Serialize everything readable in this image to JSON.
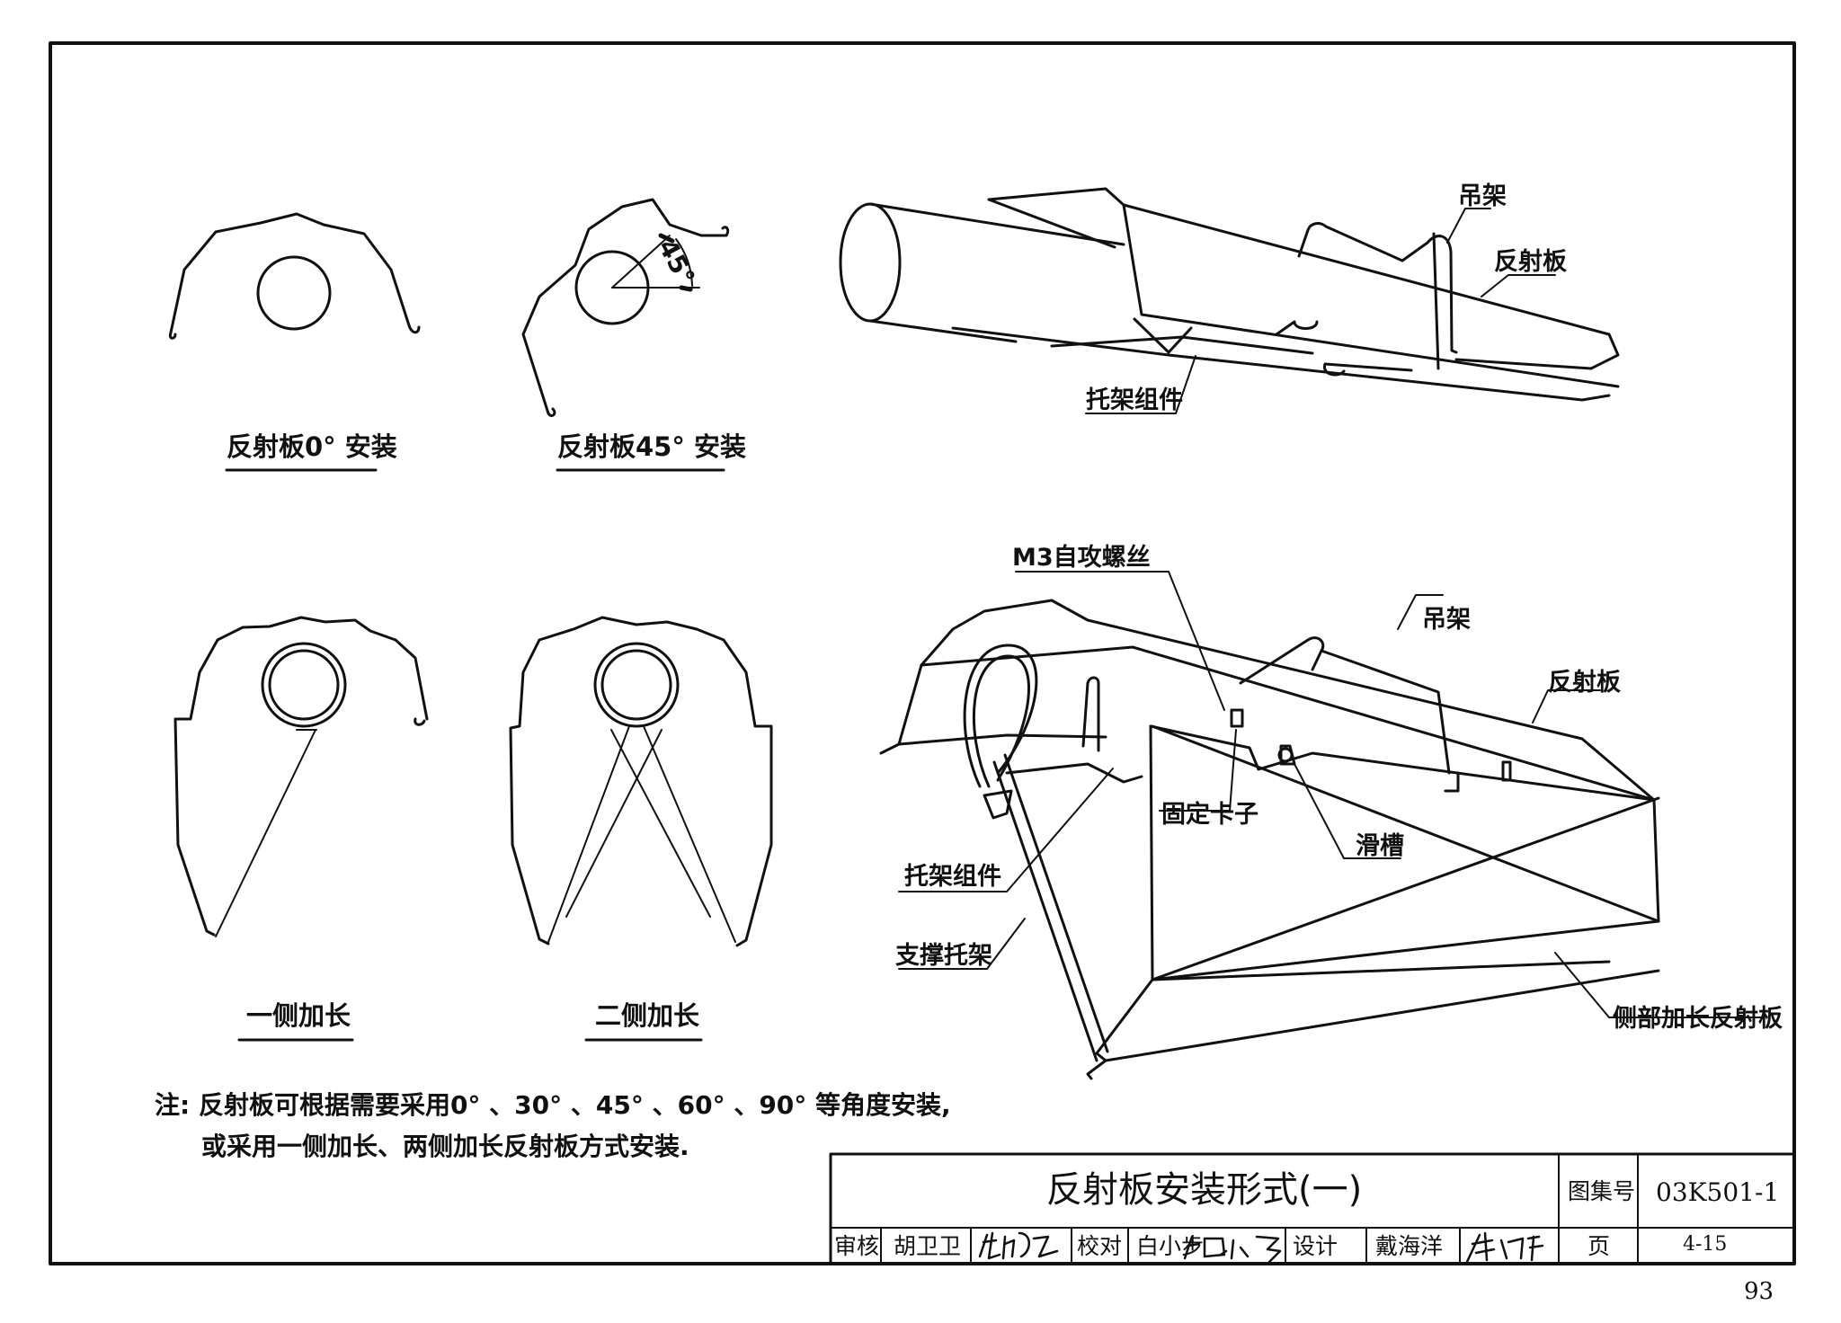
{
  "labels": {
    "cap_0deg": "反射板0° 安装",
    "cap_45deg": "反射板45° 安装",
    "cap_one_side": "一侧加长",
    "cap_two_side": "二侧加长",
    "angle_45": "45°",
    "hanger_top": "吊架",
    "reflector_top": "反射板",
    "bracket_top": "托架组件",
    "screw": "M3自攻螺丝",
    "hanger_bottom": "吊架",
    "reflector_bottom": "反射板",
    "clip": "固定卡子",
    "slot": "滑槽",
    "bracket_bottom": "托架组件",
    "support": "支撑托架",
    "side_ext": "侧部加长反射板"
  },
  "note": {
    "line1": "注: 反射板可根据需要采用0° 、30° 、45° 、60° 、90° 等角度安装,",
    "line2": "或采用一侧加长、两侧加长反射板方式安装."
  },
  "title_block": {
    "title": "反射板安装形式(一)",
    "atlas_label": "图集号",
    "atlas_no": "03K501-1",
    "review_label": "审核",
    "reviewer": "胡卫卫",
    "check_label": "校对",
    "checker": "白小步",
    "design_label": "设计",
    "designer": "戴海洋",
    "page_label": "页",
    "page_no": "4-15"
  },
  "page_number": "93"
}
